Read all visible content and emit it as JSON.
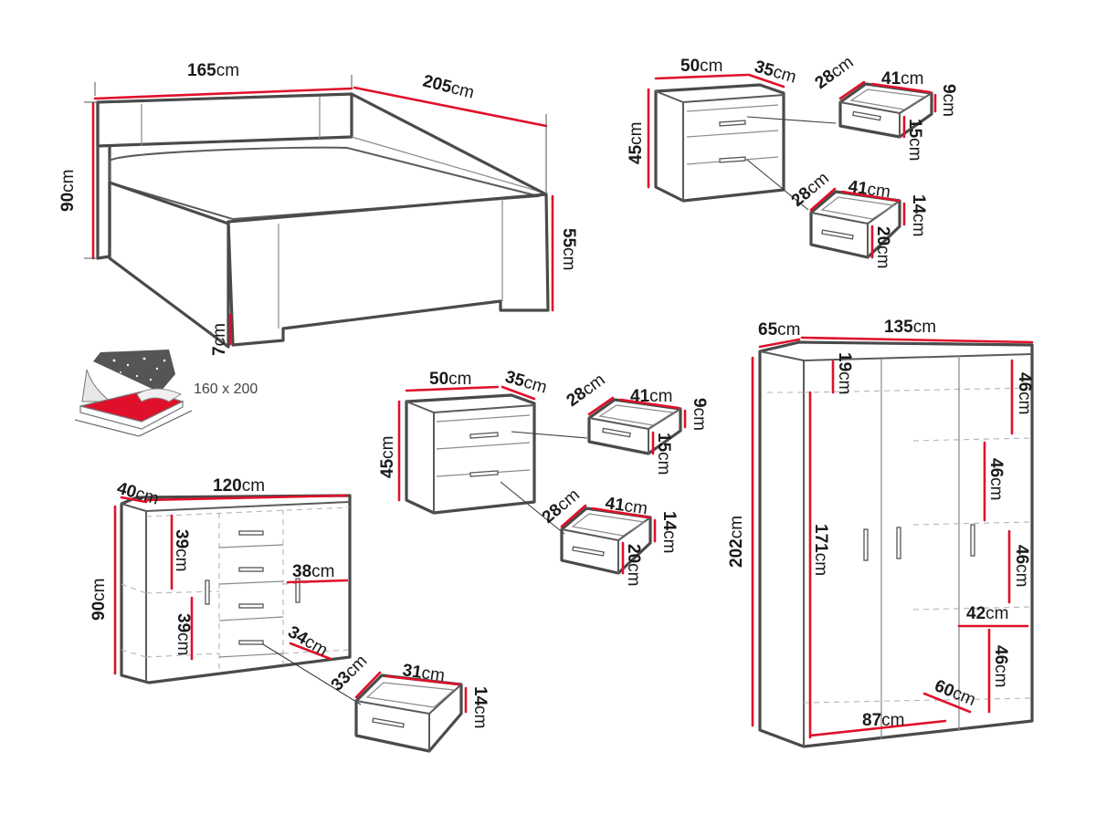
{
  "bed": {
    "width": "165",
    "length": "205",
    "headboard_height": "90",
    "footboard_height": "55",
    "foot_height": "7",
    "unit": "cm",
    "mattress_size": "160 x 200"
  },
  "nightstand_top": {
    "width": "50",
    "depth": "35",
    "height": "45",
    "unit": "cm",
    "drawer_upper": {
      "depth": "28",
      "width": "41",
      "height_outer": "9",
      "height_inner": "15"
    },
    "drawer_lower": {
      "depth": "28",
      "width": "41",
      "height_outer": "14",
      "height_inner": "20"
    }
  },
  "nightstand_mid": {
    "width": "50",
    "depth": "35",
    "height": "45",
    "unit": "cm",
    "drawer_upper": {
      "depth": "28",
      "width": "41",
      "height_outer": "9",
      "height_inner": "15"
    },
    "drawer_lower": {
      "depth": "28",
      "width": "41",
      "height_outer": "14",
      "height_inner": "20"
    }
  },
  "dresser": {
    "depth": "40",
    "width": "120",
    "height": "90",
    "unit": "cm",
    "shelf_upper": "39",
    "shelf_lower": "39",
    "compartment_width": "38",
    "compartment_depth": "34",
    "drawer": {
      "depth": "33",
      "width": "31",
      "height": "14"
    }
  },
  "wardrobe": {
    "depth": "65",
    "width": "135",
    "height": "202",
    "unit": "cm",
    "top_shelf": "19",
    "hanging_height": "171",
    "shelf_1": "46",
    "shelf_2": "46",
    "shelf_3": "46",
    "shelf_4": "46",
    "shelf_width": "42",
    "inner_width": "87",
    "inner_depth": "60"
  }
}
